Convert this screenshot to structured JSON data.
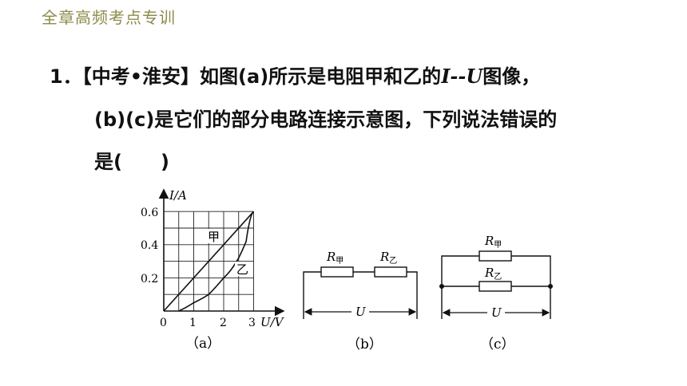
{
  "header": {
    "title": "全章高频考点专训"
  },
  "question": {
    "number": "1．",
    "line1_a": "【中考•淮安】如图(a)所示是电阻甲和乙的",
    "line1_var": "I--U",
    "line1_b": "图像，",
    "line2": "(b)(c)是它们的部分电路连接示意图，下列说法错误的",
    "line3": "是(　　)"
  },
  "figure_a": {
    "y_axis_label": "I/A",
    "x_axis_label": "U/V",
    "y_ticks": [
      "0.6",
      "0.4",
      "0.2"
    ],
    "x_ticks": [
      "0",
      "1",
      "2",
      "3"
    ],
    "label_jia": "甲",
    "label_yi": "乙",
    "caption": "（a）"
  },
  "chart_data": {
    "type": "line",
    "xlabel": "U/V",
    "ylabel": "I/A",
    "xlim": [
      0,
      3
    ],
    "ylim": [
      0,
      0.6
    ],
    "grid": true,
    "series": [
      {
        "name": "甲",
        "x": [
          0,
          3
        ],
        "y": [
          0,
          0.6
        ]
      },
      {
        "name": "乙",
        "x": [
          0.5,
          1,
          1.5,
          2,
          2.25,
          2.5,
          2.75,
          3
        ],
        "y": [
          0,
          0.05,
          0.1,
          0.2,
          0.25,
          0.32,
          0.42,
          0.6
        ]
      }
    ]
  },
  "figure_b": {
    "r1": "R",
    "r1_sub": "甲",
    "r2": "R",
    "r2_sub": "乙",
    "u": "U",
    "caption": "（b）"
  },
  "figure_c": {
    "r1": "R",
    "r1_sub": "甲",
    "r2": "R",
    "r2_sub": "乙",
    "u": "U",
    "caption": "（c）"
  }
}
